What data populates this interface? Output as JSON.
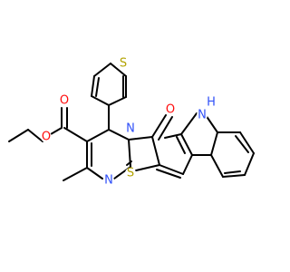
{
  "colors": {
    "carbon_bond": "#000000",
    "N": "#3050F8",
    "O": "#FF0D0D",
    "S": "#B2A200",
    "background": "#FFFFFF"
  },
  "atom_labels": {
    "O_ester_carbonyl": "O",
    "O_ester_ether": "O",
    "S_thiophene": "S",
    "N_ring_fused": "N",
    "O_ketone": "O",
    "N_imine": "N",
    "S_thiazole": "S",
    "N_indole": "N",
    "H_indole": "H"
  }
}
